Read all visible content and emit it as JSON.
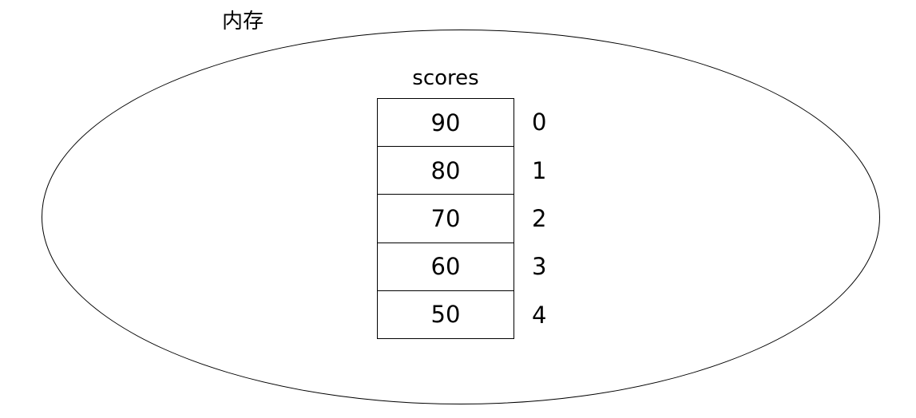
{
  "diagram": {
    "memory_label": "内存",
    "array": {
      "name": "scores",
      "cells": [
        {
          "value": "90",
          "index": "0"
        },
        {
          "value": "80",
          "index": "1"
        },
        {
          "value": "70",
          "index": "2"
        },
        {
          "value": "60",
          "index": "3"
        },
        {
          "value": "50",
          "index": "4"
        }
      ]
    },
    "colors": {
      "stroke": "#000000",
      "background": "#ffffff",
      "text": "#000000"
    }
  }
}
